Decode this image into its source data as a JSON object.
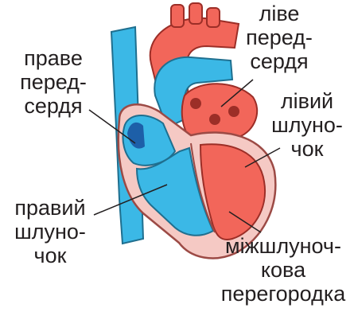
{
  "labels": {
    "right_atrium": [
      "праве",
      "перед-",
      "сердя"
    ],
    "left_atrium": [
      "ліве",
      "перед-",
      "сердя"
    ],
    "left_ventricle": [
      "лівий",
      "шлуно-",
      "чок"
    ],
    "right_ventricle": [
      "правий",
      "шлуно-",
      "чок"
    ],
    "septum": [
      "міжшлуноч-",
      "кова",
      "перегородка"
    ]
  },
  "colors": {
    "oxygen_poor": "#3bb8e6",
    "oxygen_rich": "#f2665a",
    "chamber_wall": "#f5c9c4",
    "outline": "#231f20"
  }
}
